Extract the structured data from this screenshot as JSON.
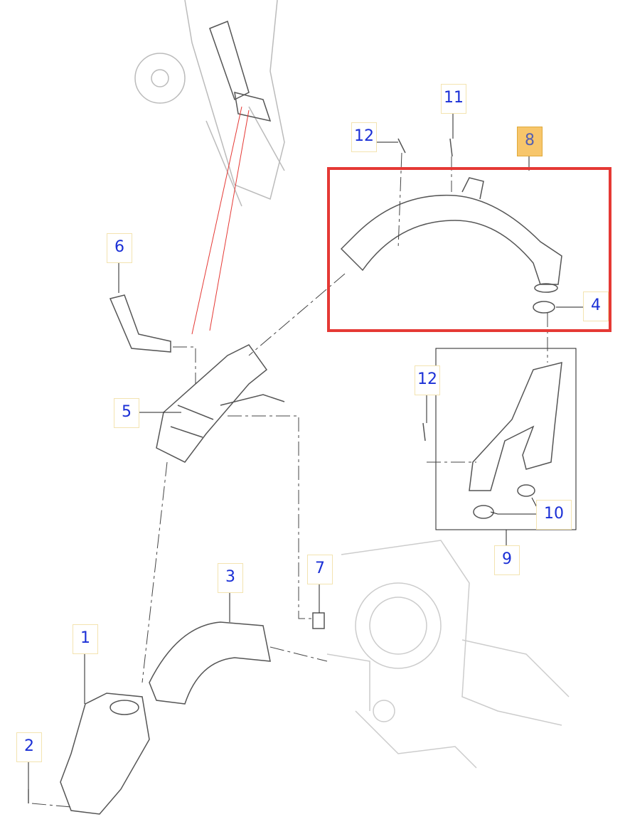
{
  "diagram": {
    "title": "Coolant hoses and pipes exploded parts diagram",
    "highlight_color": "#e53935",
    "label_color": "#1a2fd6",
    "callouts": [
      {
        "id": "c12a",
        "label": "12"
      },
      {
        "id": "c11",
        "label": "11"
      },
      {
        "id": "c8",
        "label": "8",
        "highlighted": true
      },
      {
        "id": "c6",
        "label": "6"
      },
      {
        "id": "c4",
        "label": "4"
      },
      {
        "id": "c12b",
        "label": "12"
      },
      {
        "id": "c5",
        "label": "5"
      },
      {
        "id": "c10",
        "label": "10"
      },
      {
        "id": "c9",
        "label": "9"
      },
      {
        "id": "c7",
        "label": "7"
      },
      {
        "id": "c3",
        "label": "3"
      },
      {
        "id": "c1",
        "label": "1"
      },
      {
        "id": "c2",
        "label": "2"
      }
    ]
  }
}
